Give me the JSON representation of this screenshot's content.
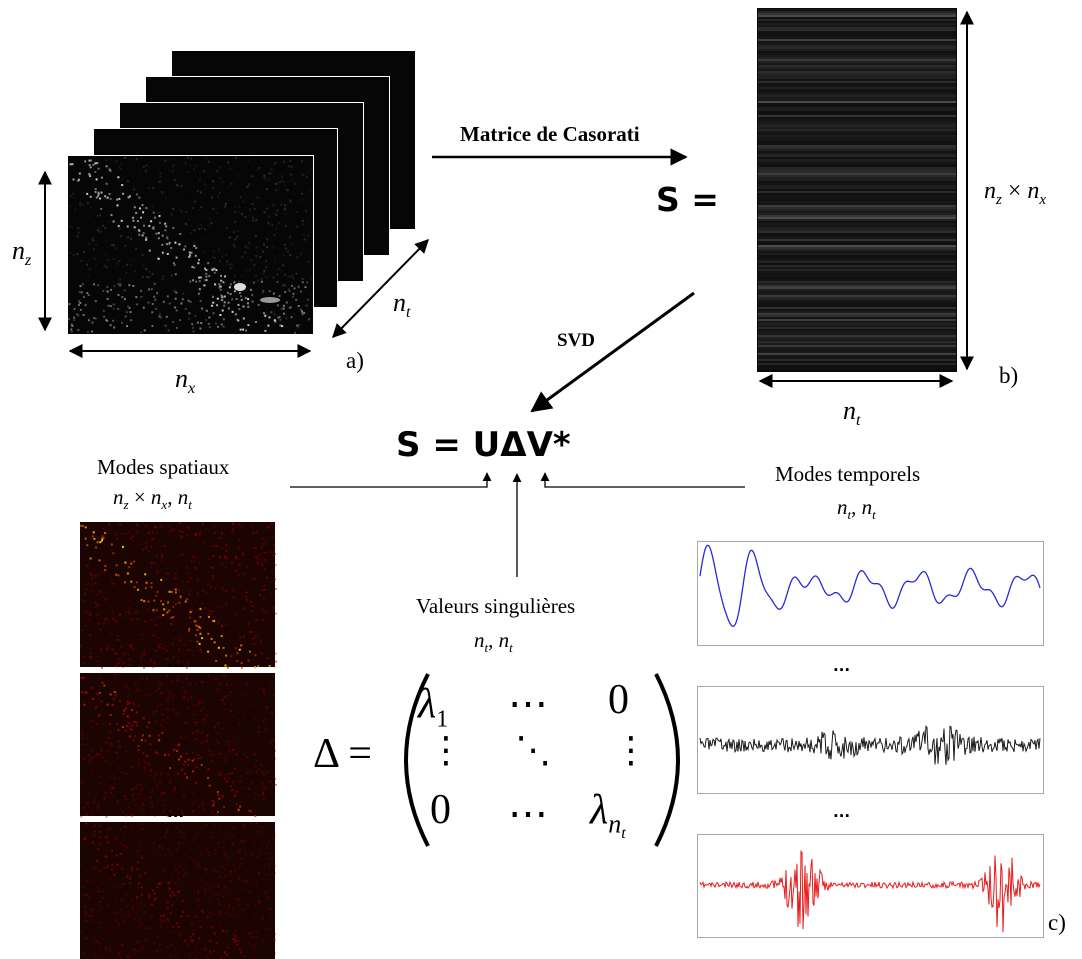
{
  "labels": {
    "casorati": "Matrice de Casorati",
    "s_eq": "S =",
    "svd": "SVD",
    "svd_eq": "S = UΔV*",
    "nz": "n",
    "nz_sub": "z",
    "nx": "n",
    "nx_sub": "x",
    "nt": "n",
    "nt_sub": "t",
    "nznx_a": "n",
    "nznx_a_sub": "z",
    "nznx_x": "×",
    "nznx_b": "n",
    "nznx_b_sub": "x",
    "nt_b": "n",
    "nt_b_sub": "t",
    "label_a": "a)",
    "label_b": "b)",
    "label_c": "c)"
  },
  "spatial": {
    "title": "Modes spatiaux",
    "dims": "n",
    "dims_sub1": "z",
    "dims_x": "×",
    "dims_n2": "n",
    "dims_sub2": "x",
    "dims_comma": ",",
    "dims_n3": "n",
    "dims_sub3": "t",
    "dots1": "...",
    "dots2": "..."
  },
  "temporal": {
    "title": "Modes temporels",
    "dims_n1": "n",
    "dims_sub1": "t",
    "dims_comma": ",",
    "dims_n2": "n",
    "dims_sub2": "t",
    "dots1": "...",
    "dots2": "..."
  },
  "singular": {
    "title": "Valeurs singulières",
    "dims_n1": "n",
    "dims_sub1": "t",
    "dims_comma": ",",
    "dims_n2": "n",
    "dims_sub2": "t"
  },
  "matrix": {
    "lhs": "Δ =",
    "lambda": "λ",
    "lambda1_sub": "1",
    "lambdan_sub": "n",
    "lambdan_subsub": "t",
    "hdots": "⋯",
    "vdots": "⋮",
    "ddots": "⋱",
    "zero": "0"
  },
  "colors": {
    "mode_blue": "#2b2bd6",
    "mode_black": "#1a1a1a",
    "mode_red": "#e81c1c",
    "hot_bg": "#1c0402"
  }
}
